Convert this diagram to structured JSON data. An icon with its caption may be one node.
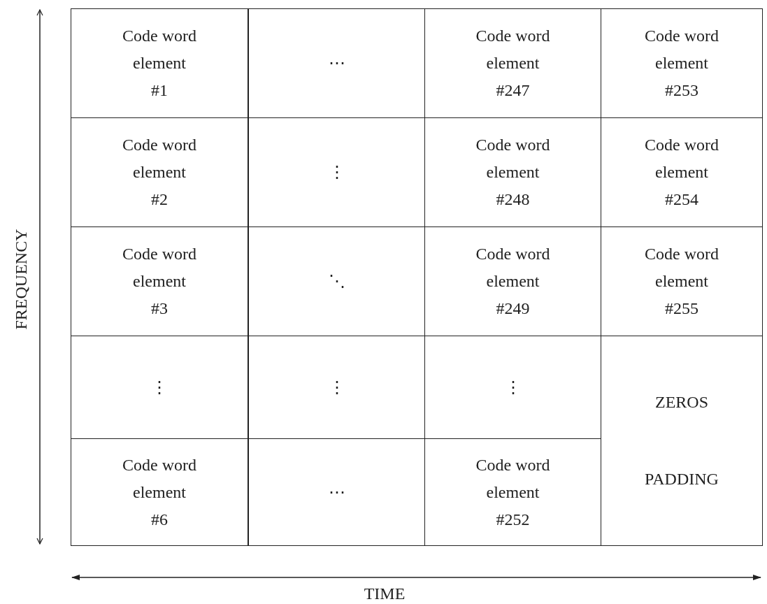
{
  "diagram": {
    "nodes": [
      {
        "text": [
          "Code word element #1"
        ]
      },
      {
        "text": [
          "⋯"
        ]
      },
      {
        "text": [
          "Code word element #247"
        ]
      },
      {
        "text": [
          "Code word element #253"
        ]
      },
      {
        "text": [
          "Code word element #2"
        ]
      },
      {
        "text": [
          "⋮"
        ]
      },
      {
        "text": [
          "Code word element #248"
        ]
      },
      {
        "text": [
          "Code word element #254"
        ]
      },
      {
        "text": [
          "Code word element #3"
        ]
      },
      {
        "text": [
          "⋱"
        ]
      },
      {
        "text": [
          "Code word element #249"
        ]
      },
      {
        "text": [
          "Code word element #255"
        ]
      },
      {
        "text": [
          "⋮"
        ]
      },
      {
        "text": [
          "⋮"
        ]
      },
      {
        "text": [
          "⋮"
        ]
      },
      {
        "text": [
          "ZEROS",
          "PADDING"
        ]
      },
      {
        "text": [
          "Code word element #6"
        ]
      },
      {
        "text": [
          "⋯"
        ]
      },
      {
        "text": [
          "Code word element #252"
        ]
      }
    ],
    "edges": [],
    "labels": [
      "FREQUENCY",
      "TIME"
    ]
  }
}
